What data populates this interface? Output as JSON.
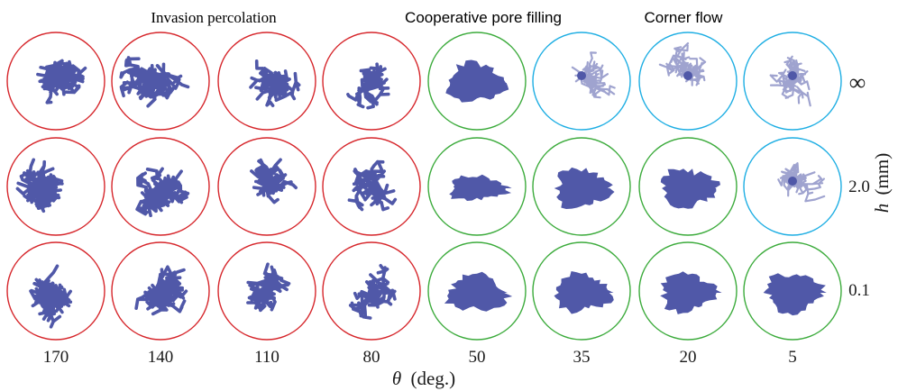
{
  "regimes": [
    {
      "label": "Invasion percolation",
      "color": "#d6262b"
    },
    {
      "label": "Cooperative pore filling",
      "color": "#3cab3c"
    },
    {
      "label": "Corner flow",
      "color": "#1eaee3"
    }
  ],
  "theta_values": [
    "170",
    "140",
    "110",
    "80",
    "50",
    "35",
    "20",
    "5"
  ],
  "h_values": [
    "∞",
    "2.0",
    "0.1"
  ],
  "x_axis": {
    "symbol": "θ",
    "unit": "(deg.)"
  },
  "y_axis": {
    "symbol": "h",
    "unit": "(mm)"
  },
  "pattern_color": "#5058a8",
  "panels": [
    [
      "invasion-percolation",
      "invasion-percolation",
      "invasion-percolation",
      "invasion-percolation",
      "cooperative-pore-filling",
      "corner-flow",
      "corner-flow",
      "corner-flow"
    ],
    [
      "invasion-percolation",
      "invasion-percolation",
      "invasion-percolation",
      "invasion-percolation",
      "cooperative-pore-filling",
      "cooperative-pore-filling",
      "cooperative-pore-filling",
      "corner-flow"
    ],
    [
      "invasion-percolation",
      "invasion-percolation",
      "invasion-percolation",
      "invasion-percolation",
      "cooperative-pore-filling",
      "cooperative-pore-filling",
      "cooperative-pore-filling",
      "cooperative-pore-filling"
    ]
  ]
}
